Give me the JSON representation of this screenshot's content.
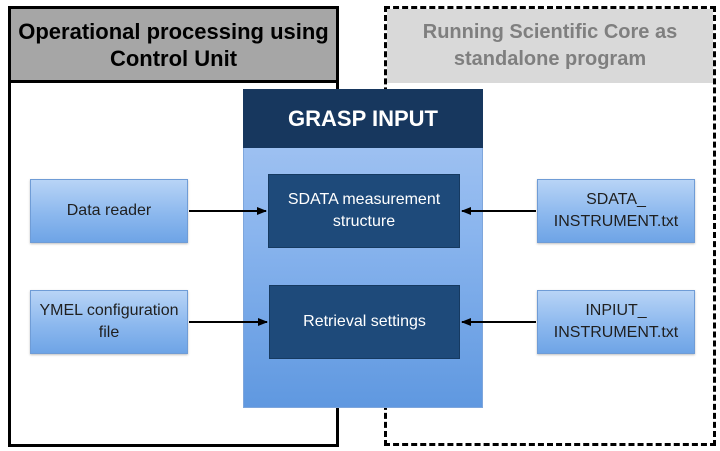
{
  "left_panel": {
    "title": "Operational processing using Control Unit"
  },
  "right_panel": {
    "title": "Running  Scientific Core as standalone program"
  },
  "grasp": {
    "title": "GRASP INPUT",
    "sdata_box": "SDATA measurement structure",
    "retrieval_box": "Retrieval settings"
  },
  "inputs_left": {
    "data_reader": "Data reader",
    "ymel_config": "YMEL configuration file"
  },
  "inputs_right": {
    "sdata_file": "SDATA_ INSTRUMENT.txt",
    "input_file": "INPIUT_ INSTRUMENT.txt"
  }
}
